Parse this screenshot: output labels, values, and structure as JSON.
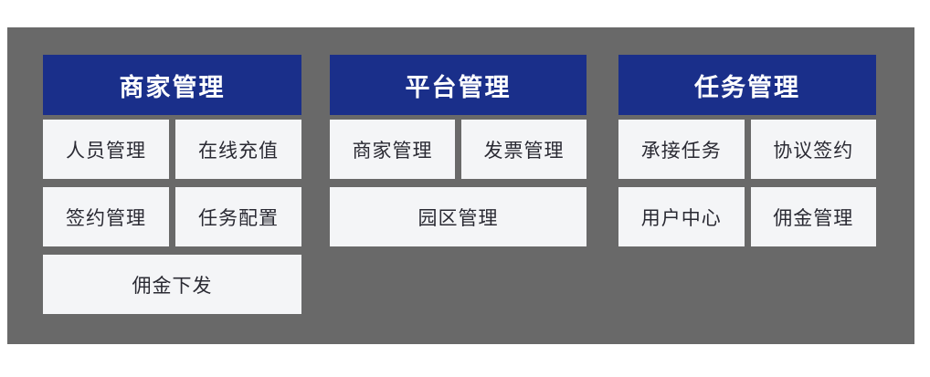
{
  "diagram": {
    "columns": [
      {
        "title": "商家管理",
        "rows": [
          [
            "人员管理",
            "在线充值"
          ],
          [
            "签约管理",
            "任务配置"
          ],
          [
            "佣金下发"
          ]
        ]
      },
      {
        "title": "平台管理",
        "rows": [
          [
            "商家管理",
            "发票管理"
          ],
          [
            "园区管理"
          ]
        ]
      },
      {
        "title": "任务管理",
        "rows": [
          [
            "承接任务",
            "协议签约"
          ],
          [
            "用户中心",
            "佣金管理"
          ]
        ]
      }
    ]
  },
  "colors": {
    "page_background": "#ffffff",
    "panel_background": "#696969",
    "header_background": "#1a2f8a",
    "header_text": "#ffffff",
    "cell_background": "#f4f5f7",
    "cell_text": "#2a2a33"
  }
}
